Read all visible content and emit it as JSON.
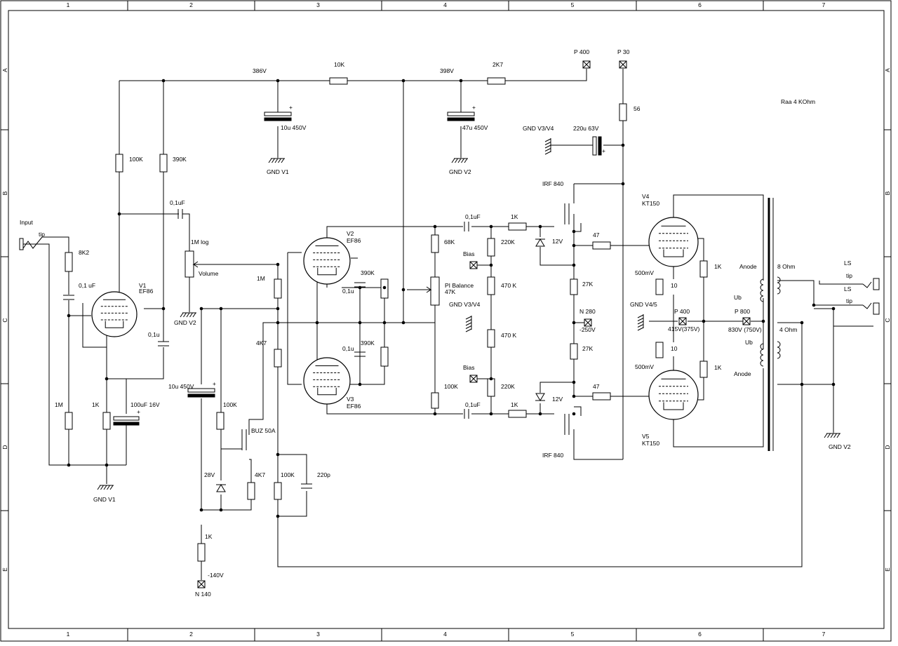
{
  "frame": {
    "columns": [
      "1",
      "2",
      "3",
      "4",
      "5",
      "6",
      "7"
    ],
    "rows": [
      "A",
      "B",
      "C",
      "D",
      "E"
    ]
  },
  "labels": {
    "input": "Input",
    "tip_in": "tip",
    "r_8k2": "8K2",
    "c_01uf_in": "0,1 uF",
    "v1_name": "V1",
    "v1_type": "EF86",
    "r_100k_v1": "100K",
    "r_390k_v1": "390K",
    "c_01uf_v1": "0,1uF",
    "pot_1mlog": "1M log",
    "pot_volume": "Volume",
    "c_01u_v1": "0,1u",
    "gnd_v2_a": "GND V2",
    "r_1m_in": "1M",
    "r_1k_v1": "1K",
    "c_100uf": "100uF 16V",
    "gnd_v1_a": "GND V1",
    "v_386": "386V",
    "r_10k": "10K",
    "c_10u_top": "10u 450V",
    "gnd_v1_b": "GND V1",
    "v_398": "398V",
    "r_2k7": "2K7",
    "c_47u": "47u 450V",
    "gnd_v2_b": "GND V2",
    "p400_top": "P 400",
    "p30": "P 30",
    "r_56": "56",
    "raa": "Raa 4 KOhm",
    "gnd_v3v4_top": "GND V3/V4",
    "c_220u": "220u 63V",
    "irf_top": "IRF 840",
    "c_01uf_v2": "0,1uF",
    "r_1k_top": "1K",
    "z_12v_top": "12V",
    "r_47_top": "47",
    "v2_name": "V2",
    "v2_type": "EF86",
    "r_68k": "68K",
    "r_220k_top": "220K",
    "bias_top": "Bias",
    "r_1m_bias": "1M",
    "r_390k_v2": "390K",
    "c_01u_v2": "0,1u",
    "pi_balance": "PI Balance",
    "pi_47k": "47K",
    "r_470k_a": "470 K",
    "gnd_v3v4_mid": "GND V3/V4",
    "r_27k_top": "27K",
    "n280": "N 280",
    "v_neg250": "-250V",
    "r_470k_b": "470 K",
    "r_27k_bot": "27K",
    "r_4k7_a": "4K7",
    "c_01u_v3": "0,1u",
    "r_390k_v3": "390K",
    "bias_bot": "Bias",
    "r_220k_bot": "220K",
    "z_12v_bot": "12V",
    "r_47_bot": "47",
    "v3_name": "V3",
    "v3_type": "EF86",
    "r_100k_pi": "100K",
    "c_01uf_v3": "0,1uF",
    "r_1k_bot": "1K",
    "irf_bot": "IRF 840",
    "c_10u_mid": "10u 450V",
    "r_100k_buz": "100K",
    "buz": "BUZ 50A",
    "z_28v": "28V",
    "r_4k7_b": "4K7",
    "r_100k_fb": "100K",
    "c_220p": "220p",
    "r_1k_neg": "1K",
    "v_neg140": "-140V",
    "n140": "N 140",
    "v4_name": "V4",
    "v4_type": "KT150",
    "v5_name": "V5",
    "v5_type": "KT150",
    "v_500mv_a": "500mV",
    "r_10_a": "10",
    "gnd_v45": "GND V4/5",
    "p400_mid": "P 400",
    "v_415": "415V(375V)",
    "r_10_b": "10",
    "v_500mv_b": "500mV",
    "r_1k_g2a": "1K",
    "r_1k_g2b": "1K",
    "anode_a": "Anode",
    "ub_a": "Ub",
    "p800": "P 800",
    "v_830": "830V (750V)",
    "ub_b": "Ub",
    "anode_b": "Anode",
    "ohm8": "8 Ohm",
    "ohm4": "4 Ohm",
    "ls_a": "LS",
    "tip_a": "tip",
    "ls_b": "LS",
    "tip_b": "tip",
    "gnd_v2_out": "GND V2"
  }
}
